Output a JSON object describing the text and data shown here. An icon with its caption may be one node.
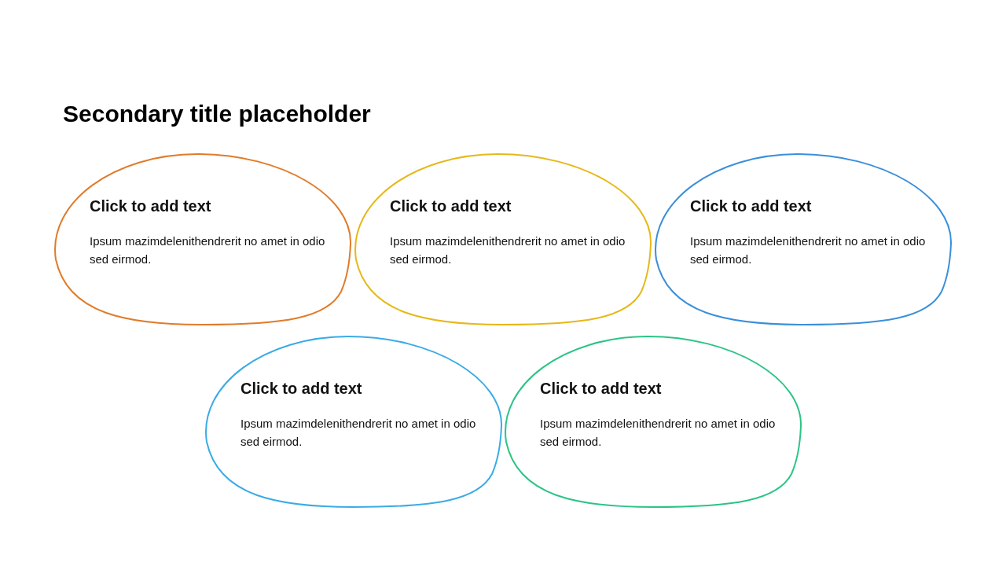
{
  "diagram": {
    "title": "Secondary title placeholder",
    "nodes": [
      {
        "text": [
          "Click to add text",
          "Ipsum mazimdelenithendrerit no amet in odio sed eirmod."
        ]
      },
      {
        "text": [
          "Click to add text",
          "Ipsum mazimdelenithendrerit no amet in odio sed eirmod."
        ]
      },
      {
        "text": [
          "Click to add text",
          "Ipsum mazimdelenithendrerit no amet in odio sed eirmod."
        ]
      },
      {
        "text": [
          "Click to add text",
          "Ipsum mazimdelenithendrerit no amet in odio sed eirmod."
        ]
      },
      {
        "text": [
          "Click to add text",
          "Ipsum mazimdelenithendrerit no amet in odio sed eirmod."
        ]
      }
    ]
  }
}
